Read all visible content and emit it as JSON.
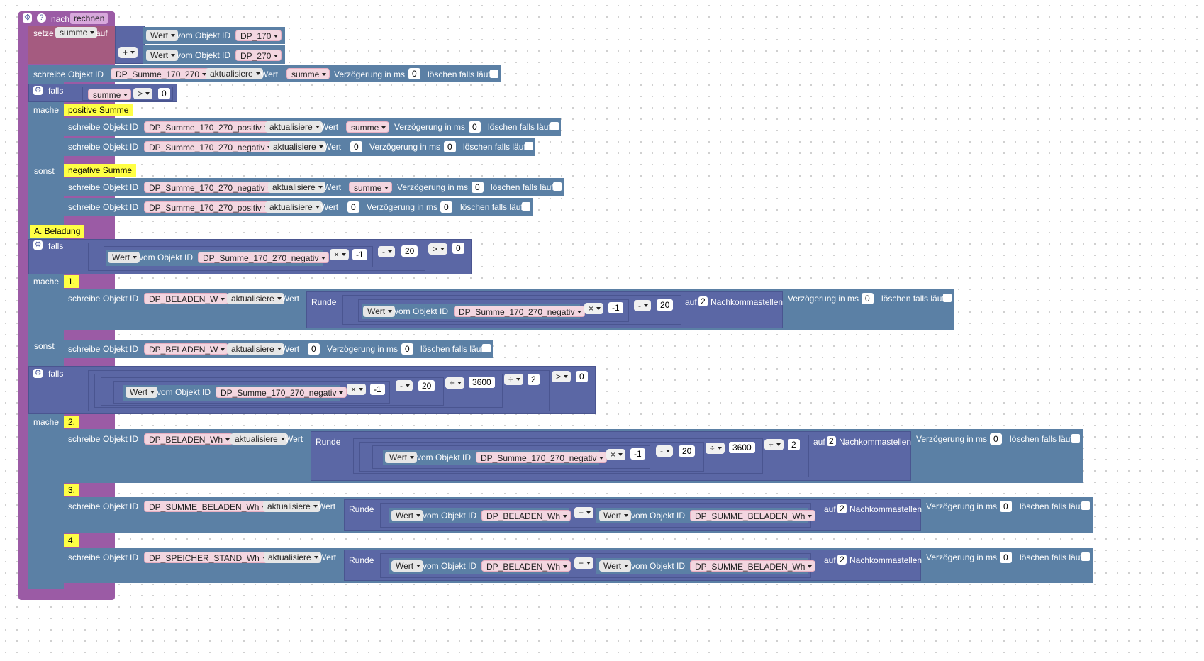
{
  "function": {
    "keyword": "nach",
    "name": "rechnen",
    "help": "?",
    "gear": "⚙"
  },
  "set": {
    "label_set": "setze",
    "var": "summe",
    "label_to": "auf",
    "op": "+",
    "rows": [
      {
        "wert": "Wert",
        "label": "vom Objekt ID",
        "id": "DP_170"
      },
      {
        "wert": "Wert",
        "label": "vom Objekt ID",
        "id": "DP_270"
      }
    ]
  },
  "common": {
    "schreibe": "schreibe",
    "objekt_id": "Objekt ID",
    "aktualisiere": "aktualisiere",
    "wert": "Wert",
    "verzoegerung": "Verzögerung in ms",
    "loeschen": "löschen falls läuft",
    "falls": "falls",
    "mache": "mache",
    "sonst": "sonst",
    "vom_objekt_id": "vom Objekt ID",
    "runde": "Runde",
    "auf": "auf",
    "nachkommastellen": "Nachkommastellen",
    "zero": "0",
    "two": "2"
  },
  "write1": {
    "id": "DP_Summe_170_270",
    "value": "summe",
    "delay": "0"
  },
  "if1": {
    "var": "summe",
    "cmp": ">",
    "num": "0",
    "comment_then": "positive Summe",
    "comment_else": "negative Summe",
    "then": [
      {
        "id": "DP_Summe_170_270_positiv",
        "value": "summe",
        "delay": "0"
      },
      {
        "id": "DP_Summe_170_270_negativ",
        "value": "0",
        "delay": "0"
      }
    ],
    "else": [
      {
        "id": "DP_Summe_170_270_negativ",
        "value": "summe",
        "delay": "0"
      },
      {
        "id": "DP_Summe_170_270_positiv",
        "value": "0",
        "delay": "0"
      }
    ]
  },
  "comment_beladung": "A. Beladung",
  "if2": {
    "cond": {
      "id": "DP_Summe_170_270_negativ",
      "mul": "×",
      "neg": "-1",
      "minus": "-",
      "sub": "20",
      "cmp": ">",
      "zero": "0"
    },
    "comment_then": "1.",
    "then": {
      "id": "DP_BELADEN_W",
      "src": "DP_Summe_170_270_negativ",
      "mul": "×",
      "neg": "-1",
      "minus": "-",
      "sub": "20",
      "decimals": "2",
      "delay": "0"
    },
    "else": {
      "id": "DP_BELADEN_W",
      "value": "0",
      "delay": "0"
    }
  },
  "if3": {
    "cond": {
      "id": "DP_Summe_170_270_negativ",
      "mul": "×",
      "neg": "-1",
      "minus": "-",
      "sub": "20",
      "div": "÷",
      "d1": "3600",
      "d2": "2",
      "cmp": ">",
      "zero": "0"
    },
    "comment2": "2.",
    "then2": {
      "id": "DP_BELADEN_Wh",
      "src": "DP_Summe_170_270_negativ",
      "mul": "×",
      "neg": "-1",
      "minus": "-",
      "sub": "20",
      "div": "÷",
      "d1": "3600",
      "d2": "2",
      "decimals": "2",
      "delay": "0"
    },
    "comment3": "3.",
    "then3": {
      "id": "DP_SUMME_BELADEN_Wh",
      "a": "DP_BELADEN_Wh",
      "plus": "+",
      "b": "DP_SUMME_BELADEN_Wh",
      "decimals": "2",
      "delay": "0"
    },
    "comment4": "4.",
    "then4": {
      "id": "DP_SPEICHER_STAND_Wh",
      "a": "DP_BELADEN_Wh",
      "plus": "+",
      "b": "DP_SUMME_BELADEN_Wh",
      "decimals": "2",
      "delay": "0"
    }
  },
  "colors": {
    "function": "#9b5ba5",
    "variable": "#a55b80",
    "action": "#5b80a5",
    "logic": "#5b67a5",
    "comment": "#ffff44"
  }
}
